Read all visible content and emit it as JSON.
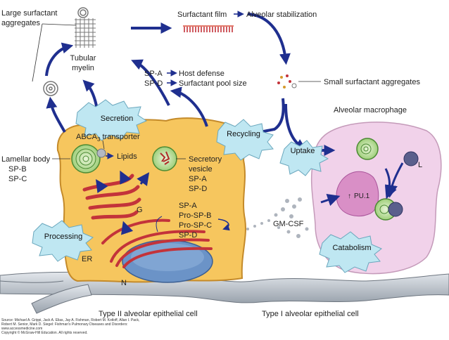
{
  "diagram": {
    "labels": {
      "large_aggregates_1": "Large surfactant",
      "large_aggregates_2": "aggregates",
      "tubular_1": "Tubular",
      "tubular_2": "myelin",
      "film": "Surfactant film",
      "stabilization": "Alveolar stabilization",
      "small_aggregates": "Small surfactant aggregates",
      "spa": "SP-A",
      "host_defense": "Host defense",
      "spd": "SP-D",
      "pool_size": "Surfactant pool size",
      "abca3_a": "ABCA",
      "abca3_sub": "3",
      "abca3_b": " transporter",
      "lipids": "Lipids",
      "lamellar_body": "Lamellar body",
      "lamellar_spb": "SP-B",
      "lamellar_spc": "SP-C",
      "secretory_1": "Secretory",
      "secretory_2": "vesicle",
      "secretory_spa": "SP-A",
      "secretory_spd": "SP-D",
      "golgi": "G",
      "er": "ER",
      "nucleus": "N",
      "pro_spa": "SP-A",
      "pro_spb": "Pro-SP-B",
      "pro_spc": "Pro-SP-C",
      "pro_spd": "SP-D",
      "macrophage": "Alveolar macrophage",
      "pu1": "PU.1",
      "pu1_arrow": "↑",
      "lysosome": "L",
      "gmcsf": "GM-CSF",
      "type2": "Type II  alveolar epithelial cell",
      "type1": "Type I alveolar epithelial cell"
    },
    "bursts": {
      "secretion": "Secretion",
      "recycling": "Recycling",
      "uptake": "Uptake",
      "processing": "Processing",
      "catabolism": "Catabolism"
    },
    "source": [
      "Source: Michael A. Grippi, Jack A. Elias, Jay A. Fishman, Robert M. Kotloff, Allan I. Pack,",
      "Robert M. Senior, Mark D. Siegel: Fishman's Pulmonary Diseases and Disorders:",
      "www.accessmedicine.com",
      "Copyright © McGraw-Hill Education. All rights reserved."
    ],
    "colors": {
      "arrow": "#1f2f8f",
      "cell": "#f6c65e",
      "cell_stroke": "#c48a2a",
      "macrophage": "#f1d2ea",
      "burst": "#bfe7f2",
      "golgi": "#c3333a",
      "nucleus": "#6b93c7",
      "tissue": "#c9ced6"
    }
  }
}
